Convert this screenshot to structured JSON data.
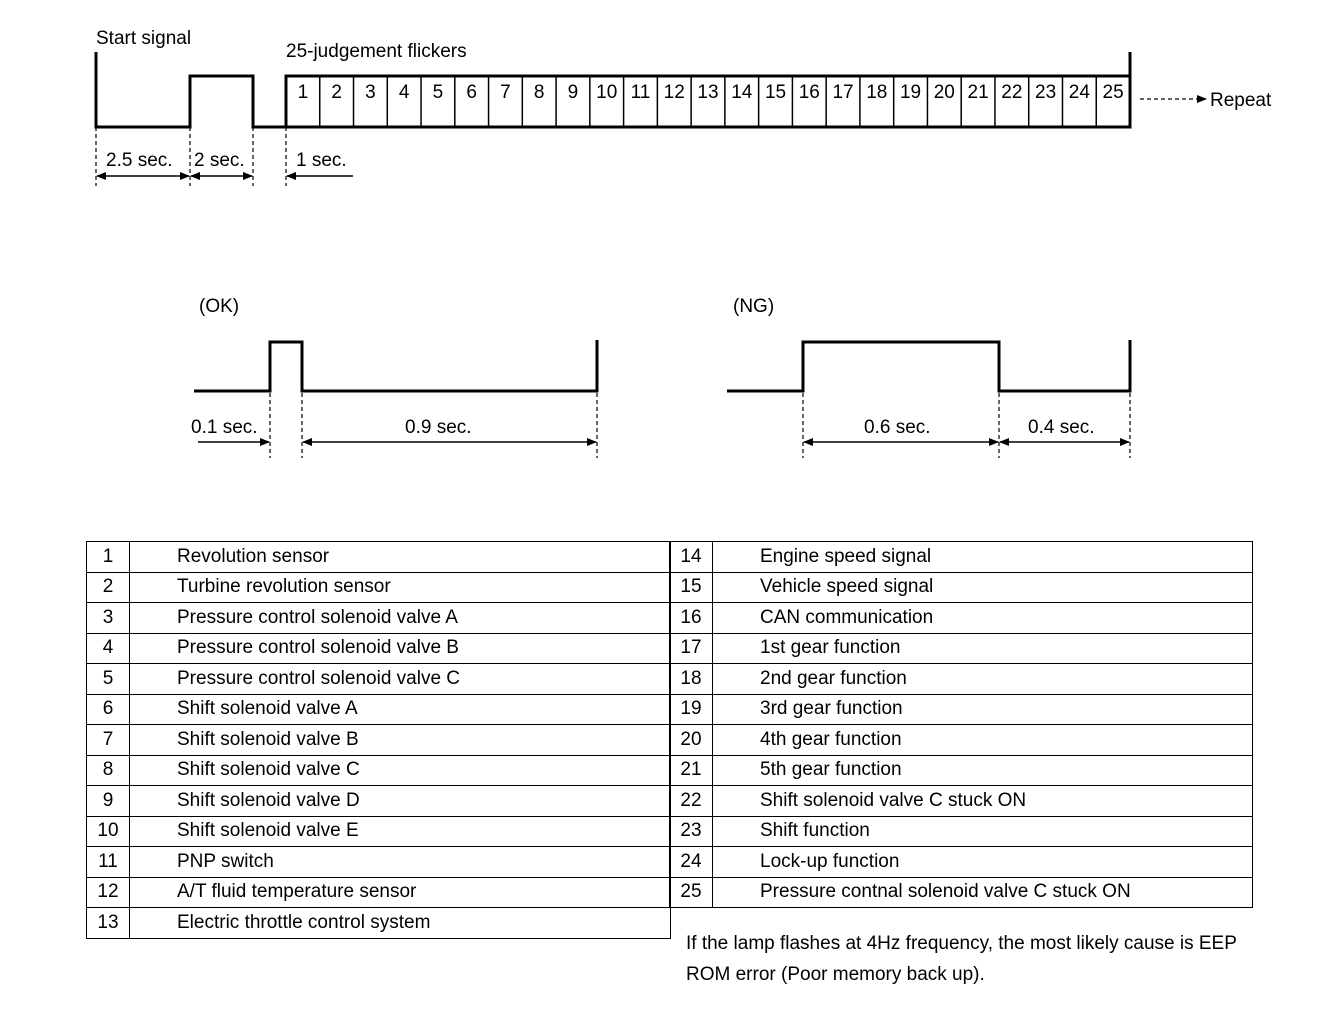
{
  "timing": {
    "start_signal": "Start signal",
    "judgement_title": "25-judgement flickers",
    "slots": [
      "1",
      "2",
      "3",
      "4",
      "5",
      "6",
      "7",
      "8",
      "9",
      "10",
      "11",
      "12",
      "13",
      "14",
      "15",
      "16",
      "17",
      "18",
      "19",
      "20",
      "21",
      "22",
      "23",
      "24",
      "25"
    ],
    "repeat": "Repeat",
    "dim_start": "2.5 sec.",
    "dim_pause": "2 sec.",
    "dim_slot": "1 sec."
  },
  "ok_pulse": {
    "title": "(OK)",
    "on_time": "0.1 sec.",
    "off_time": "0.9 sec."
  },
  "ng_pulse": {
    "title": "(NG)",
    "on_time": "0.6 sec.",
    "off_time": "0.4 sec."
  },
  "codes_left": [
    {
      "no": "1",
      "item": "Revolution sensor"
    },
    {
      "no": "2",
      "item": "Turbine revolution sensor"
    },
    {
      "no": "3",
      "item": "Pressure control solenoid valve A"
    },
    {
      "no": "4",
      "item": "Pressure control solenoid valve B"
    },
    {
      "no": "5",
      "item": "Pressure control solenoid valve C"
    },
    {
      "no": "6",
      "item": "Shift solenoid valve A"
    },
    {
      "no": "7",
      "item": "Shift solenoid valve B"
    },
    {
      "no": "8",
      "item": "Shift solenoid valve C"
    },
    {
      "no": "9",
      "item": "Shift solenoid valve D"
    },
    {
      "no": "10",
      "item": "Shift solenoid valve E"
    },
    {
      "no": "11",
      "item": "PNP switch"
    },
    {
      "no": "12",
      "item": "A/T fluid temperature sensor"
    },
    {
      "no": "13",
      "item": "Electric throttle control system"
    }
  ],
  "codes_right": [
    {
      "no": "14",
      "item": "Engine speed signal"
    },
    {
      "no": "15",
      "item": "Vehicle speed signal"
    },
    {
      "no": "16",
      "item": "CAN communication"
    },
    {
      "no": "17",
      "item": "1st gear function"
    },
    {
      "no": "18",
      "item": "2nd gear function"
    },
    {
      "no": "19",
      "item": "3rd gear function"
    },
    {
      "no": "20",
      "item": "4th gear function"
    },
    {
      "no": "21",
      "item": "5th gear function"
    },
    {
      "no": "22",
      "item": "Shift solenoid valve C stuck ON"
    },
    {
      "no": "23",
      "item": "Shift function"
    },
    {
      "no": "24",
      "item": "Lock-up function"
    },
    {
      "no": "25",
      "item": "Pressure contnal solenoid valve C stuck ON"
    }
  ],
  "note": "If the lamp flashes at 4Hz frequency, the most likely cause is EEP ROM error (Poor memory back up)."
}
